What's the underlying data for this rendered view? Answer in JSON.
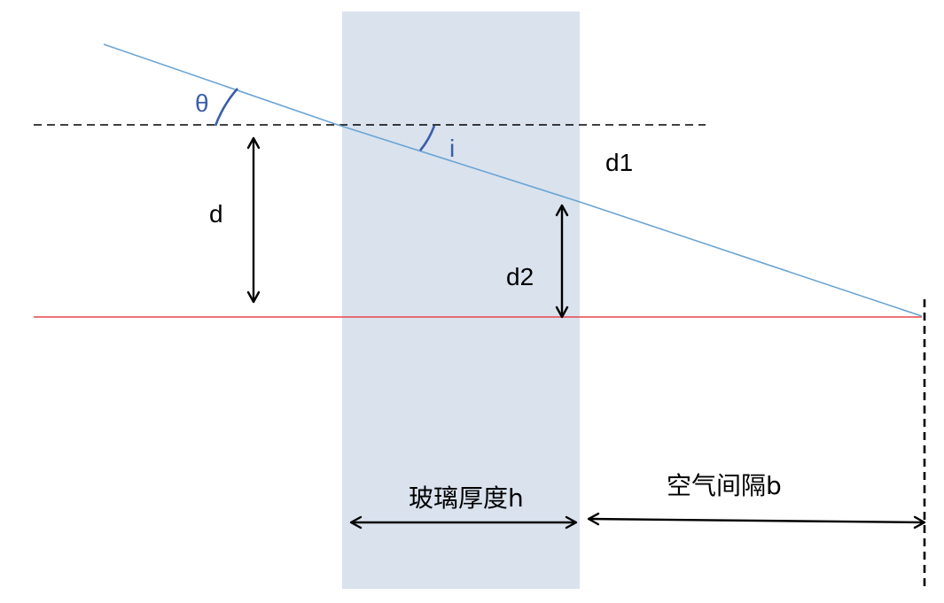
{
  "colors": {
    "glass": "#dae2ee",
    "ray": "#6aa4d4",
    "angle": "#3a5ea8",
    "axis": "#e8474a",
    "ink": "#000000"
  },
  "labels": {
    "theta": "θ",
    "i": "i",
    "d": "d",
    "d1": "d1",
    "d2": "d2",
    "glass_thickness": "玻璃厚度h",
    "air_gap": "空气间隔b"
  }
}
